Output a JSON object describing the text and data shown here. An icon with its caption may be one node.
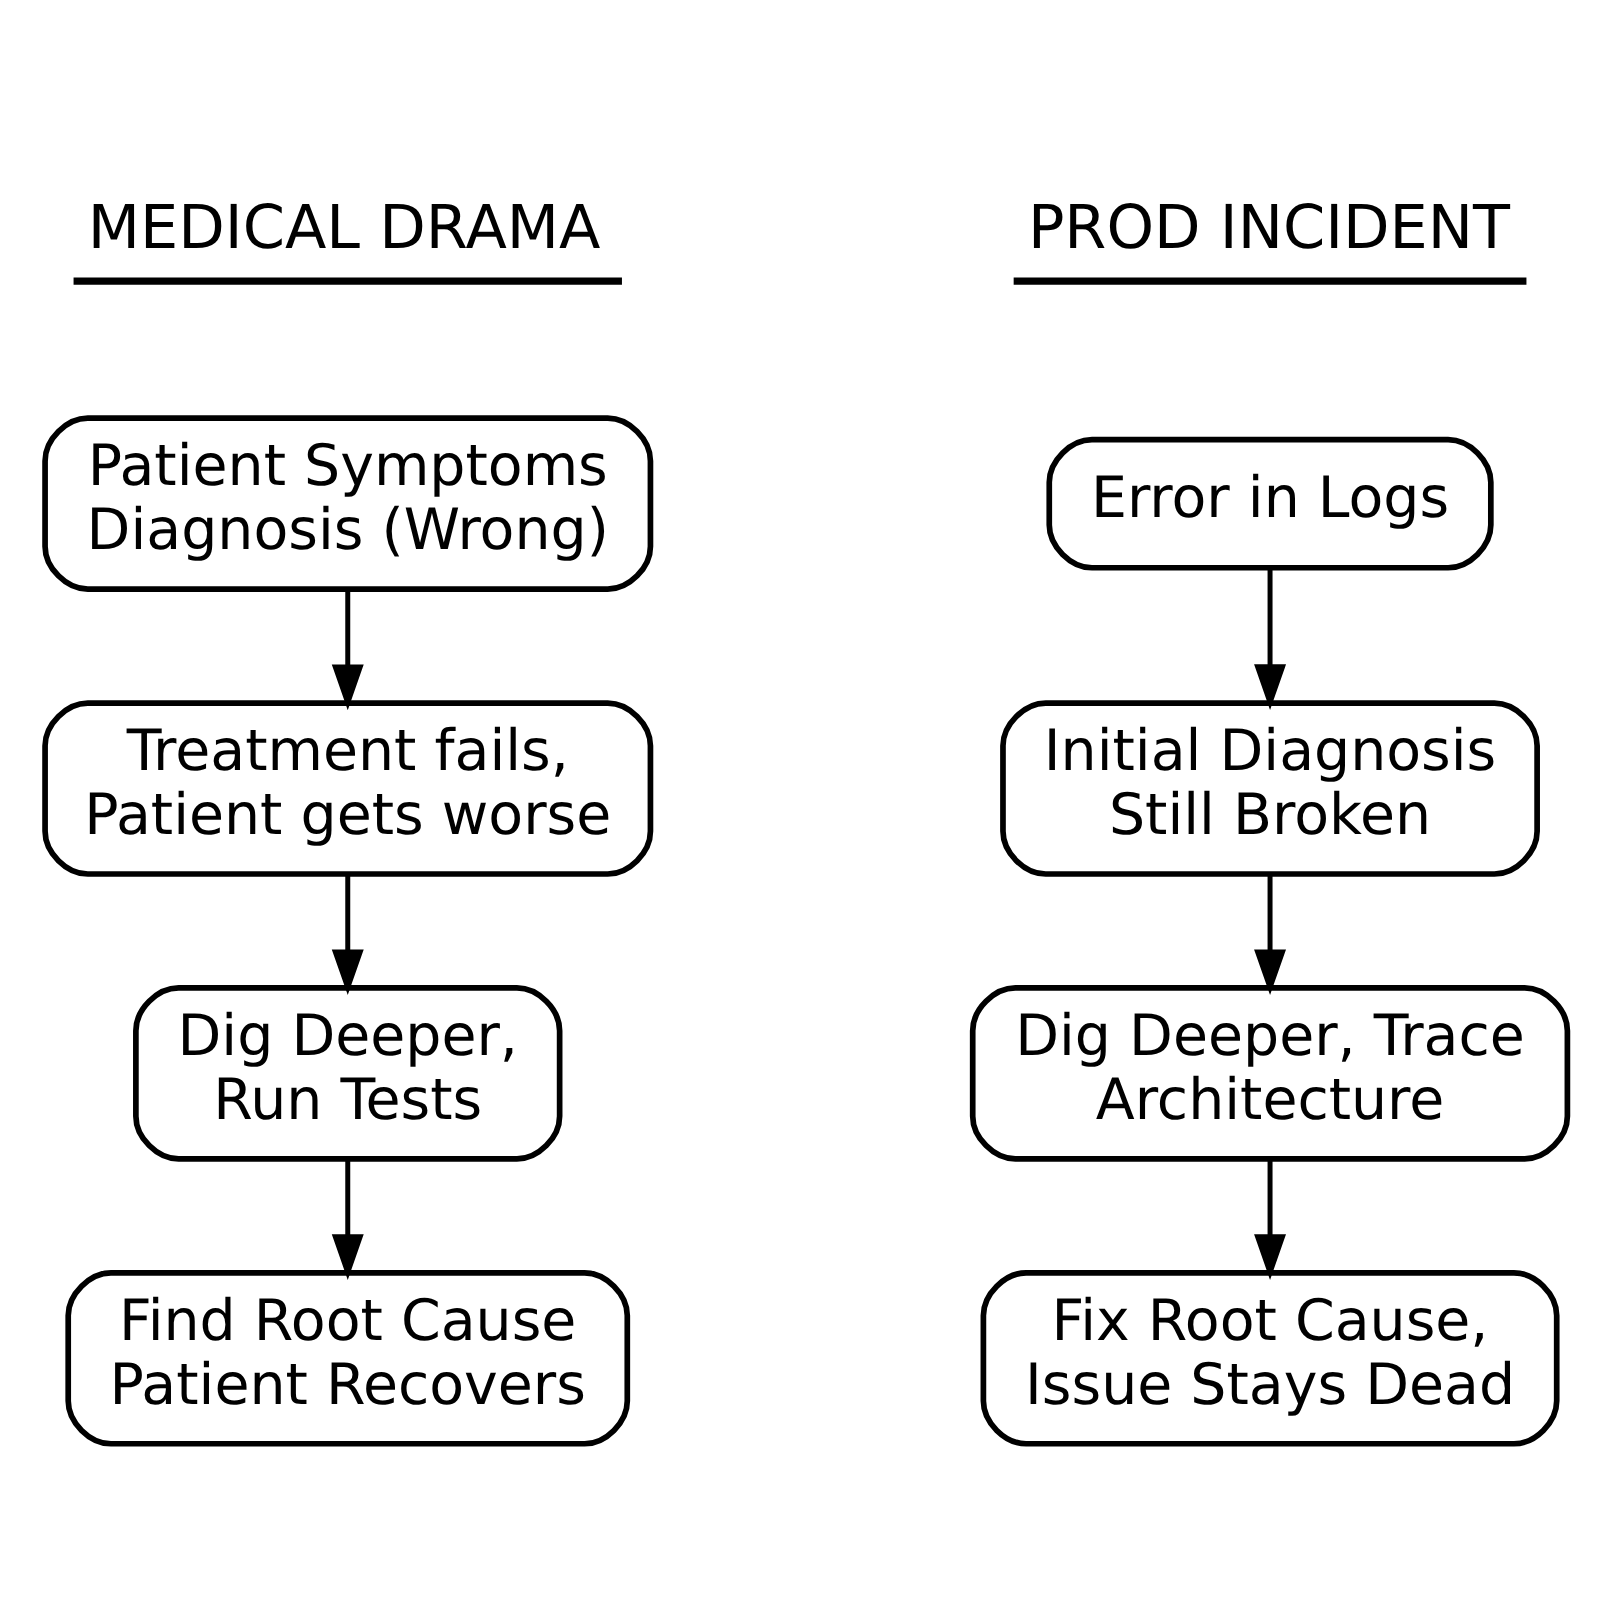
{
  "diagram": {
    "nodes": [
      {
        "text": [
          "Patient Symptoms Diagnosis (Wrong)"
        ]
      },
      {
        "text": [
          "Treatment fails, Patient gets worse"
        ]
      },
      {
        "text": [
          "Dig Deeper, Run Tests"
        ]
      },
      {
        "text": [
          "Find Root Cause Patient Recovers"
        ]
      },
      {
        "text": [
          "Error in Logs"
        ]
      },
      {
        "text": [
          "Initial Diagnosis Still Broken"
        ]
      },
      {
        "text": [
          "Dig Deeper, Trace Architecture"
        ]
      },
      {
        "text": [
          "Fix Root Cause, Issue Stays Dead"
        ]
      }
    ],
    "edges": [
      {
        "from": 0,
        "to": 1,
        "arrow": "to"
      },
      {
        "from": 1,
        "to": 2,
        "arrow": "to"
      },
      {
        "from": 2,
        "to": 3,
        "arrow": "to"
      },
      {
        "from": 4,
        "to": 5,
        "arrow": "to"
      },
      {
        "from": 5,
        "to": 6,
        "arrow": "to"
      },
      {
        "from": 6,
        "to": 7,
        "arrow": "to"
      }
    ],
    "labels": [
      "MEDICAL DRAMA",
      "PROD INCIDENT"
    ]
  }
}
